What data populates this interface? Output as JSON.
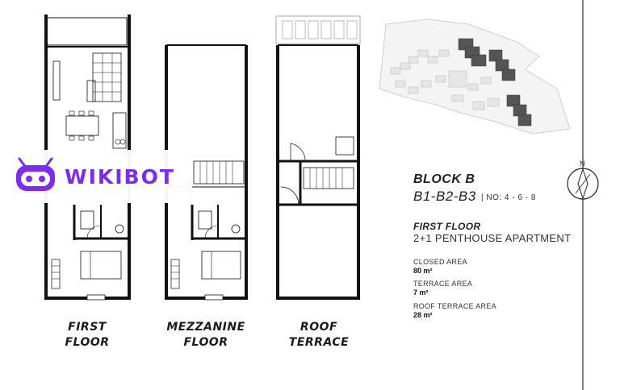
{
  "plans": [
    {
      "label": "FIRST\nFLOOR"
    },
    {
      "label": "MEZZANINE\nFLOOR"
    },
    {
      "label": "ROOF\nTERRACE"
    }
  ],
  "info": {
    "block_title": "BLOCK B",
    "block_code": "B1-B2-B3",
    "block_no": "| NO: 4 - 6 - 8",
    "floor_name": "FIRST FLOOR",
    "floor_desc": "2+1 PENTHOUSE APARTMENT",
    "areas": [
      {
        "label": "CLOSED AREA",
        "value": "80 m²"
      },
      {
        "label": "TERRACE AREA",
        "value": "7 m²"
      },
      {
        "label": "ROOF TERRACE AREA",
        "value": "28 m²"
      }
    ]
  },
  "compass": {
    "north": "N"
  },
  "watermark": {
    "text": "WIKIBOT",
    "color": "#7b2cf0"
  }
}
